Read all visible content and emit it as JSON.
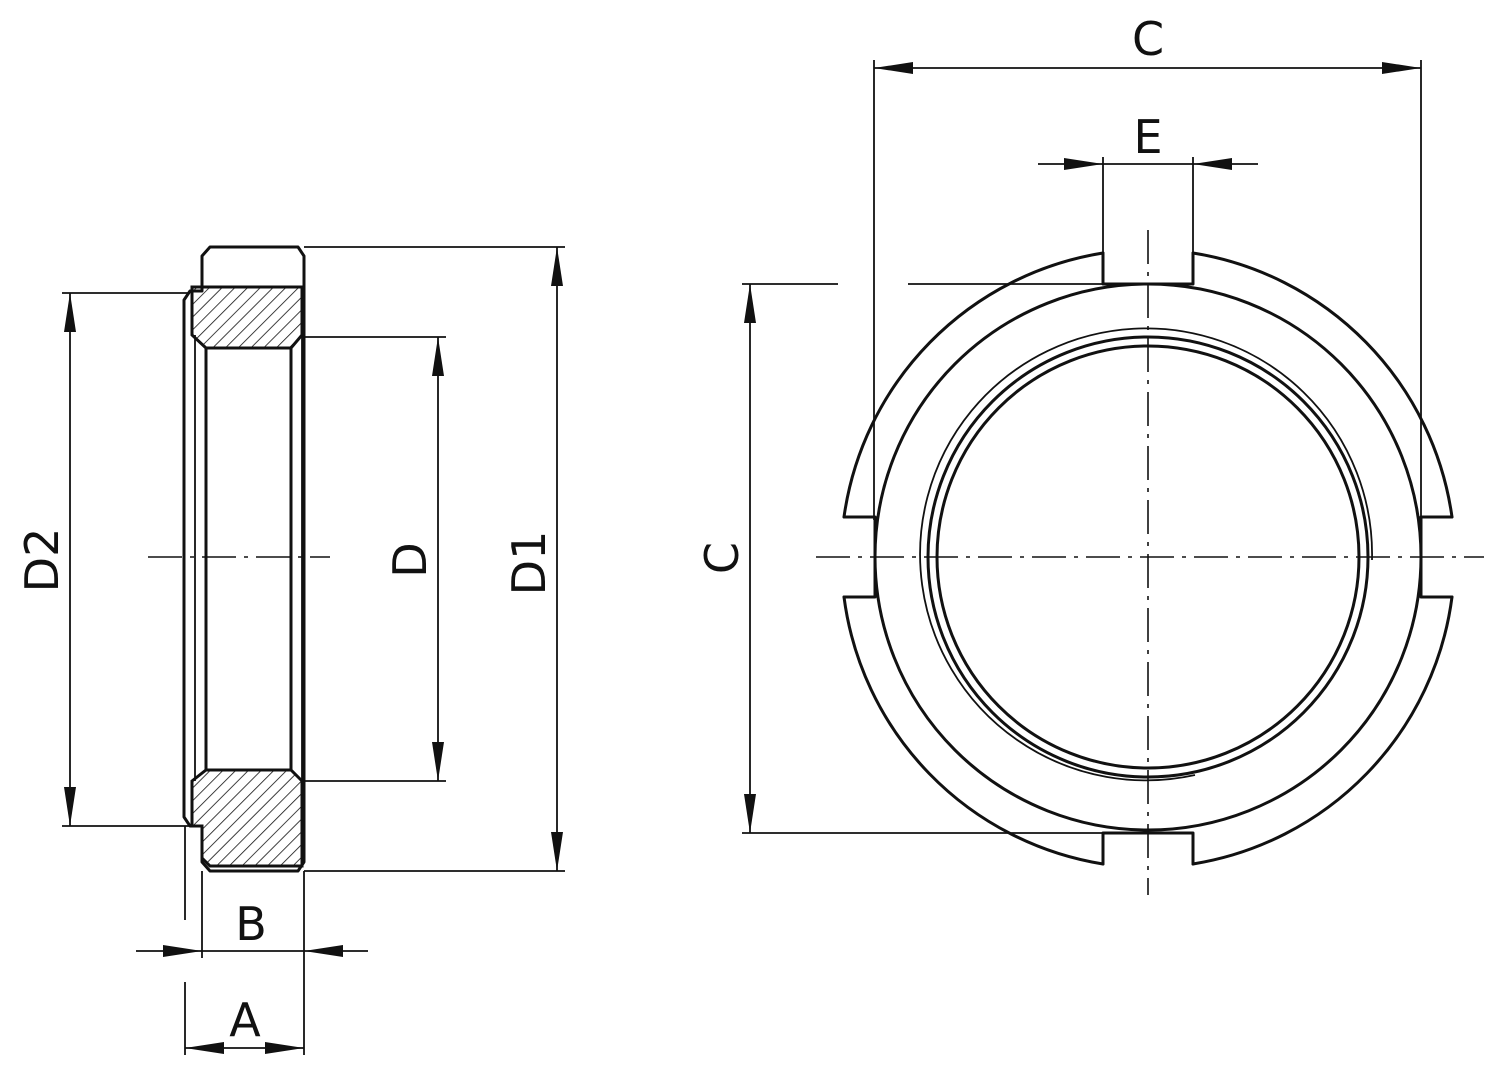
{
  "labels": {
    "D2": "D2",
    "D": "D",
    "D1": "D1",
    "B": "B",
    "A": "A",
    "C_top": "C",
    "C_left": "C",
    "E": "E"
  }
}
